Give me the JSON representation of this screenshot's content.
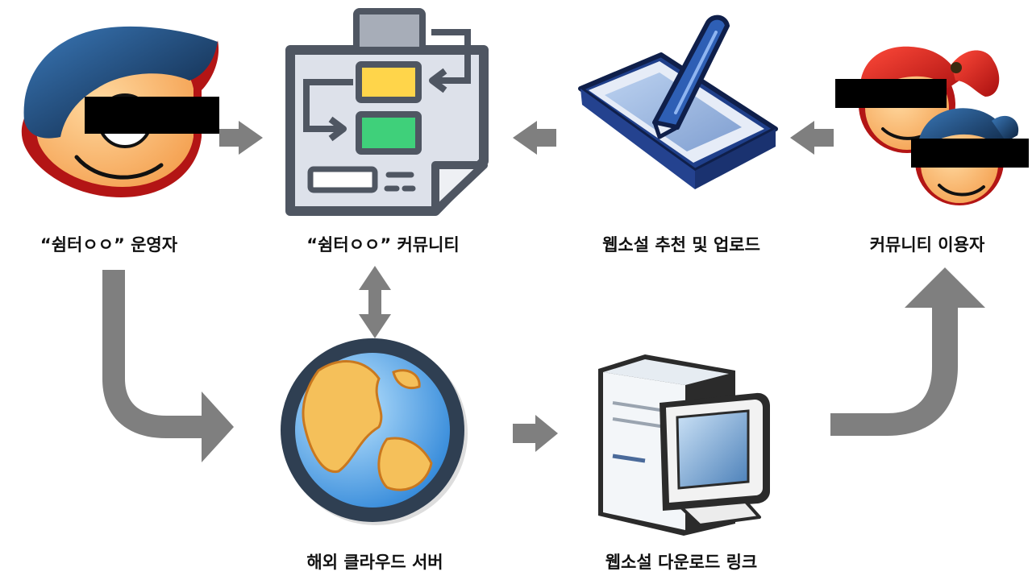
{
  "nodes": {
    "operator": {
      "label": "“쉼터ㅇㅇ” 운영자",
      "icon": "operator-face-icon"
    },
    "community": {
      "label": "“쉼터ㅇㅇ” 커뮤니티",
      "icon": "flowchart-document-icon"
    },
    "upload": {
      "label": "웹소설 추천 및 업로드",
      "icon": "pen-tablet-icon"
    },
    "users": {
      "label": "커뮤니티 이용자",
      "icon": "users-faces-icon"
    },
    "cloud": {
      "label": "해외 클라우드 서버",
      "icon": "globe-icon"
    },
    "download": {
      "label": "웹소설 다운로드 링크",
      "icon": "computer-icon"
    }
  },
  "colors": {
    "arrow": "#7f7f7f",
    "redaction_bar": "#000000",
    "label_text": "#111111"
  }
}
